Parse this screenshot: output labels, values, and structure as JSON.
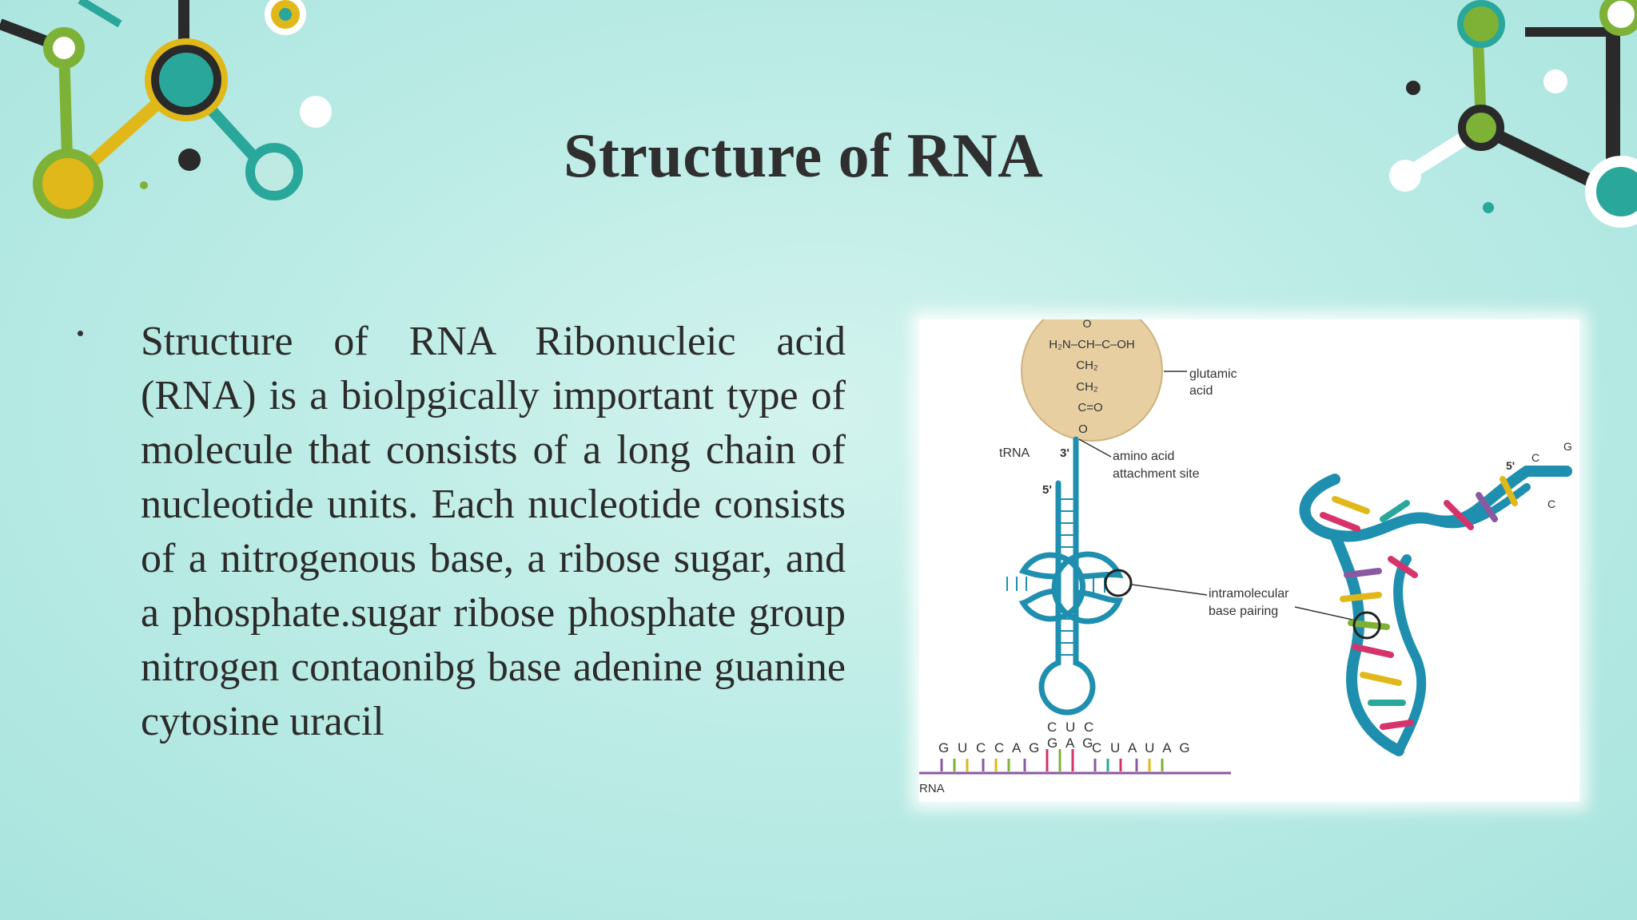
{
  "slide": {
    "title": "Structure of RNA",
    "body": "Structure of RNA Ribonucleic acid (RNA) is a biolpgically important type of molecule that consists of a long chain of  nucleotide units. Each nucleotide consists of a nitrogenous base, a ribose sugar, and a phosphate.sugar ribose phosphate group  nitrogen contaonibg base adenine guanine cytosine uracil",
    "bullet_icon": "bullet-dot"
  },
  "figure": {
    "amino_acid_formula_top": "H₂N–CH–C–OH",
    "amino_acid_oxygen": "O",
    "ch2_a": "CH₂",
    "ch2_b": "CH₂",
    "c_double_o": "C=O",
    "o_bottom": "O",
    "label_glutamic": "glutamic",
    "label_acid": "acid",
    "label_trna": "tRNA",
    "label_3prime": "3'",
    "label_5prime": "5'",
    "label_attach_1": "amino acid",
    "label_attach_2": "attachment site",
    "label_intra_1": "intramolecular",
    "label_intra_2": "base pairing",
    "anticodon": "C U C",
    "codon": "G A G",
    "mrna_left": "G U C  C A G",
    "mrna_right": "C U A  U A G",
    "mrna_label": "RNA",
    "right_5prime": "5'",
    "right_c1": "C",
    "right_g": "G",
    "right_c2": "C",
    "colors": {
      "backbone": "#1f8fb0",
      "sphere": "#e7cfa2",
      "mrna_line": "#8a5aa0"
    }
  },
  "decor": {
    "colors": {
      "dark": "#2a2a2a",
      "green": "#7db236",
      "yellow": "#e0b81a",
      "teal": "#2aa79b",
      "white": "#ffffff"
    }
  }
}
